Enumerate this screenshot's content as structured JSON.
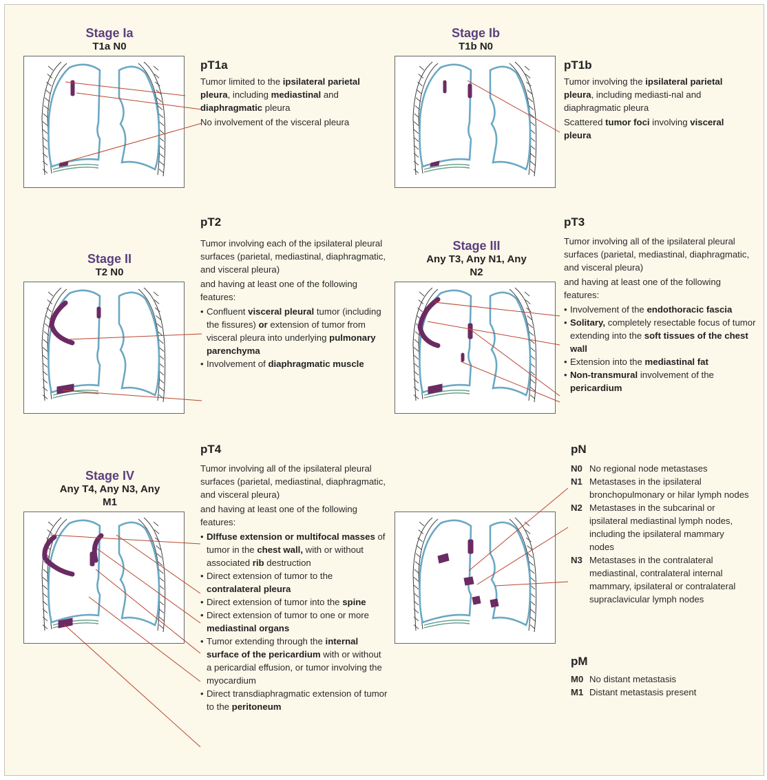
{
  "panels": {
    "t1a": {
      "stage_name": "Stage Ia",
      "stage_tn": "T1a N0",
      "heading": "pT1a",
      "paragraphs": [
        [
          "Tumor limited to the ",
          "ipsilateral parietal pleura",
          ", including ",
          "mediastinal",
          " and ",
          "diaphragmatic",
          " pleura"
        ],
        [
          "No involvement of the visceral pleura"
        ]
      ]
    },
    "t1b": {
      "stage_name": "Stage Ib",
      "stage_tn": "T1b N0",
      "heading": "pT1b",
      "paragraphs": [
        [
          "Tumor involving the ",
          "ipsilateral parietal pleura",
          ", including mediasti-nal and diaphragmatic pleura"
        ],
        [
          "Scattered ",
          "tumor foci",
          " involving ",
          "visceral pleura"
        ]
      ]
    },
    "t2": {
      "stage_name": "Stage II",
      "stage_tn": "T2 N0",
      "heading": "pT2",
      "intro": "Tumor involving each of the ipsilateral pleural surfaces (parietal, mediastinal, diaphragmatic, and visceral pleura)",
      "intro2": "and having at least one of the following features:",
      "bullets": [
        [
          "Confluent ",
          "visceral pleural",
          " tumor (including the fissures) ",
          "or",
          " extension of tumor from visceral pleura into underlying ",
          "pulmonary parenchyma"
        ],
        [
          "Involvement of ",
          "diaphragmatic muscle"
        ]
      ]
    },
    "t3": {
      "stage_name": "Stage III",
      "stage_tn": "Any T3, Any N1, Any N2",
      "heading": "pT3",
      "intro": "Tumor involving all of the ipsilateral pleural surfaces (parietal, mediastinal, diaphragmatic, and visceral pleura)",
      "intro2": "and having at least one of the following features:",
      "bullets": [
        [
          "Involvement of the ",
          "endothoracic fascia"
        ],
        [
          "",
          "Solitary,",
          " completely resectable focus of tumor extending into the ",
          "soft tissues of the chest wall"
        ],
        [
          "Extension into the ",
          "mediastinal fat"
        ],
        [
          "",
          "Non-transmural",
          " involvement of the ",
          "pericardium"
        ]
      ]
    },
    "t4": {
      "stage_name": "Stage IV",
      "stage_tn": "Any T4, Any N3, Any M1",
      "heading": "pT4",
      "intro": "Tumor involving all of the ipsilateral pleural surfaces (parietal, mediastinal, diaphragmatic, and visceral pleura)",
      "intro2": "and having at least one of the following features:",
      "bullets": [
        [
          "",
          "DIffuse extension or multifocal masses",
          " of tumor in the ",
          "chest wall,",
          " with or without associated ",
          "rib",
          " destruction"
        ],
        [
          "Direct extension of tumor to the ",
          "contralateral pleura"
        ],
        [
          "Direct extension of tumor into the ",
          "spine"
        ],
        [
          "Direct extension of tumor to one or more ",
          "mediastinal organs"
        ],
        [
          "Tumor extending through the ",
          "internal surface of the pericardium",
          " with or without a pericardial effusion, or tumor involving the myocardium"
        ],
        [
          "Direct transdiaphragmatic extension of tumor to the ",
          "peritoneum"
        ]
      ]
    }
  },
  "pn": {
    "heading": "pN",
    "items": [
      {
        "code": "N0",
        "text": "No regional node metastases"
      },
      {
        "code": "N1",
        "text": "Metastases in the ipsilateral bronchopulmonary or hilar lymph nodes"
      },
      {
        "code": "N2",
        "text": "Metastases in the subcarinal or ipsilateral mediastinal lymph nodes, including the ipsilateral mammary nodes"
      },
      {
        "code": "N3",
        "text": "Metastases in the contralateral mediastinal, contralateral internal mammary, ipsilateral or contralateral supraclavicular lymph nodes"
      }
    ]
  },
  "pm": {
    "heading": "pM",
    "items": [
      {
        "code": "M0",
        "text": "No distant metastasis"
      },
      {
        "code": "M1",
        "text": "Distant metastasis present"
      }
    ]
  },
  "colors": {
    "background": "#fcf8ea",
    "stage_title": "#5b3f7c",
    "lung_outline": "#6aa8c4",
    "tumor": "#6b2a62",
    "leader_line": "#b8452f",
    "diaphragm": "#5f9a86"
  }
}
